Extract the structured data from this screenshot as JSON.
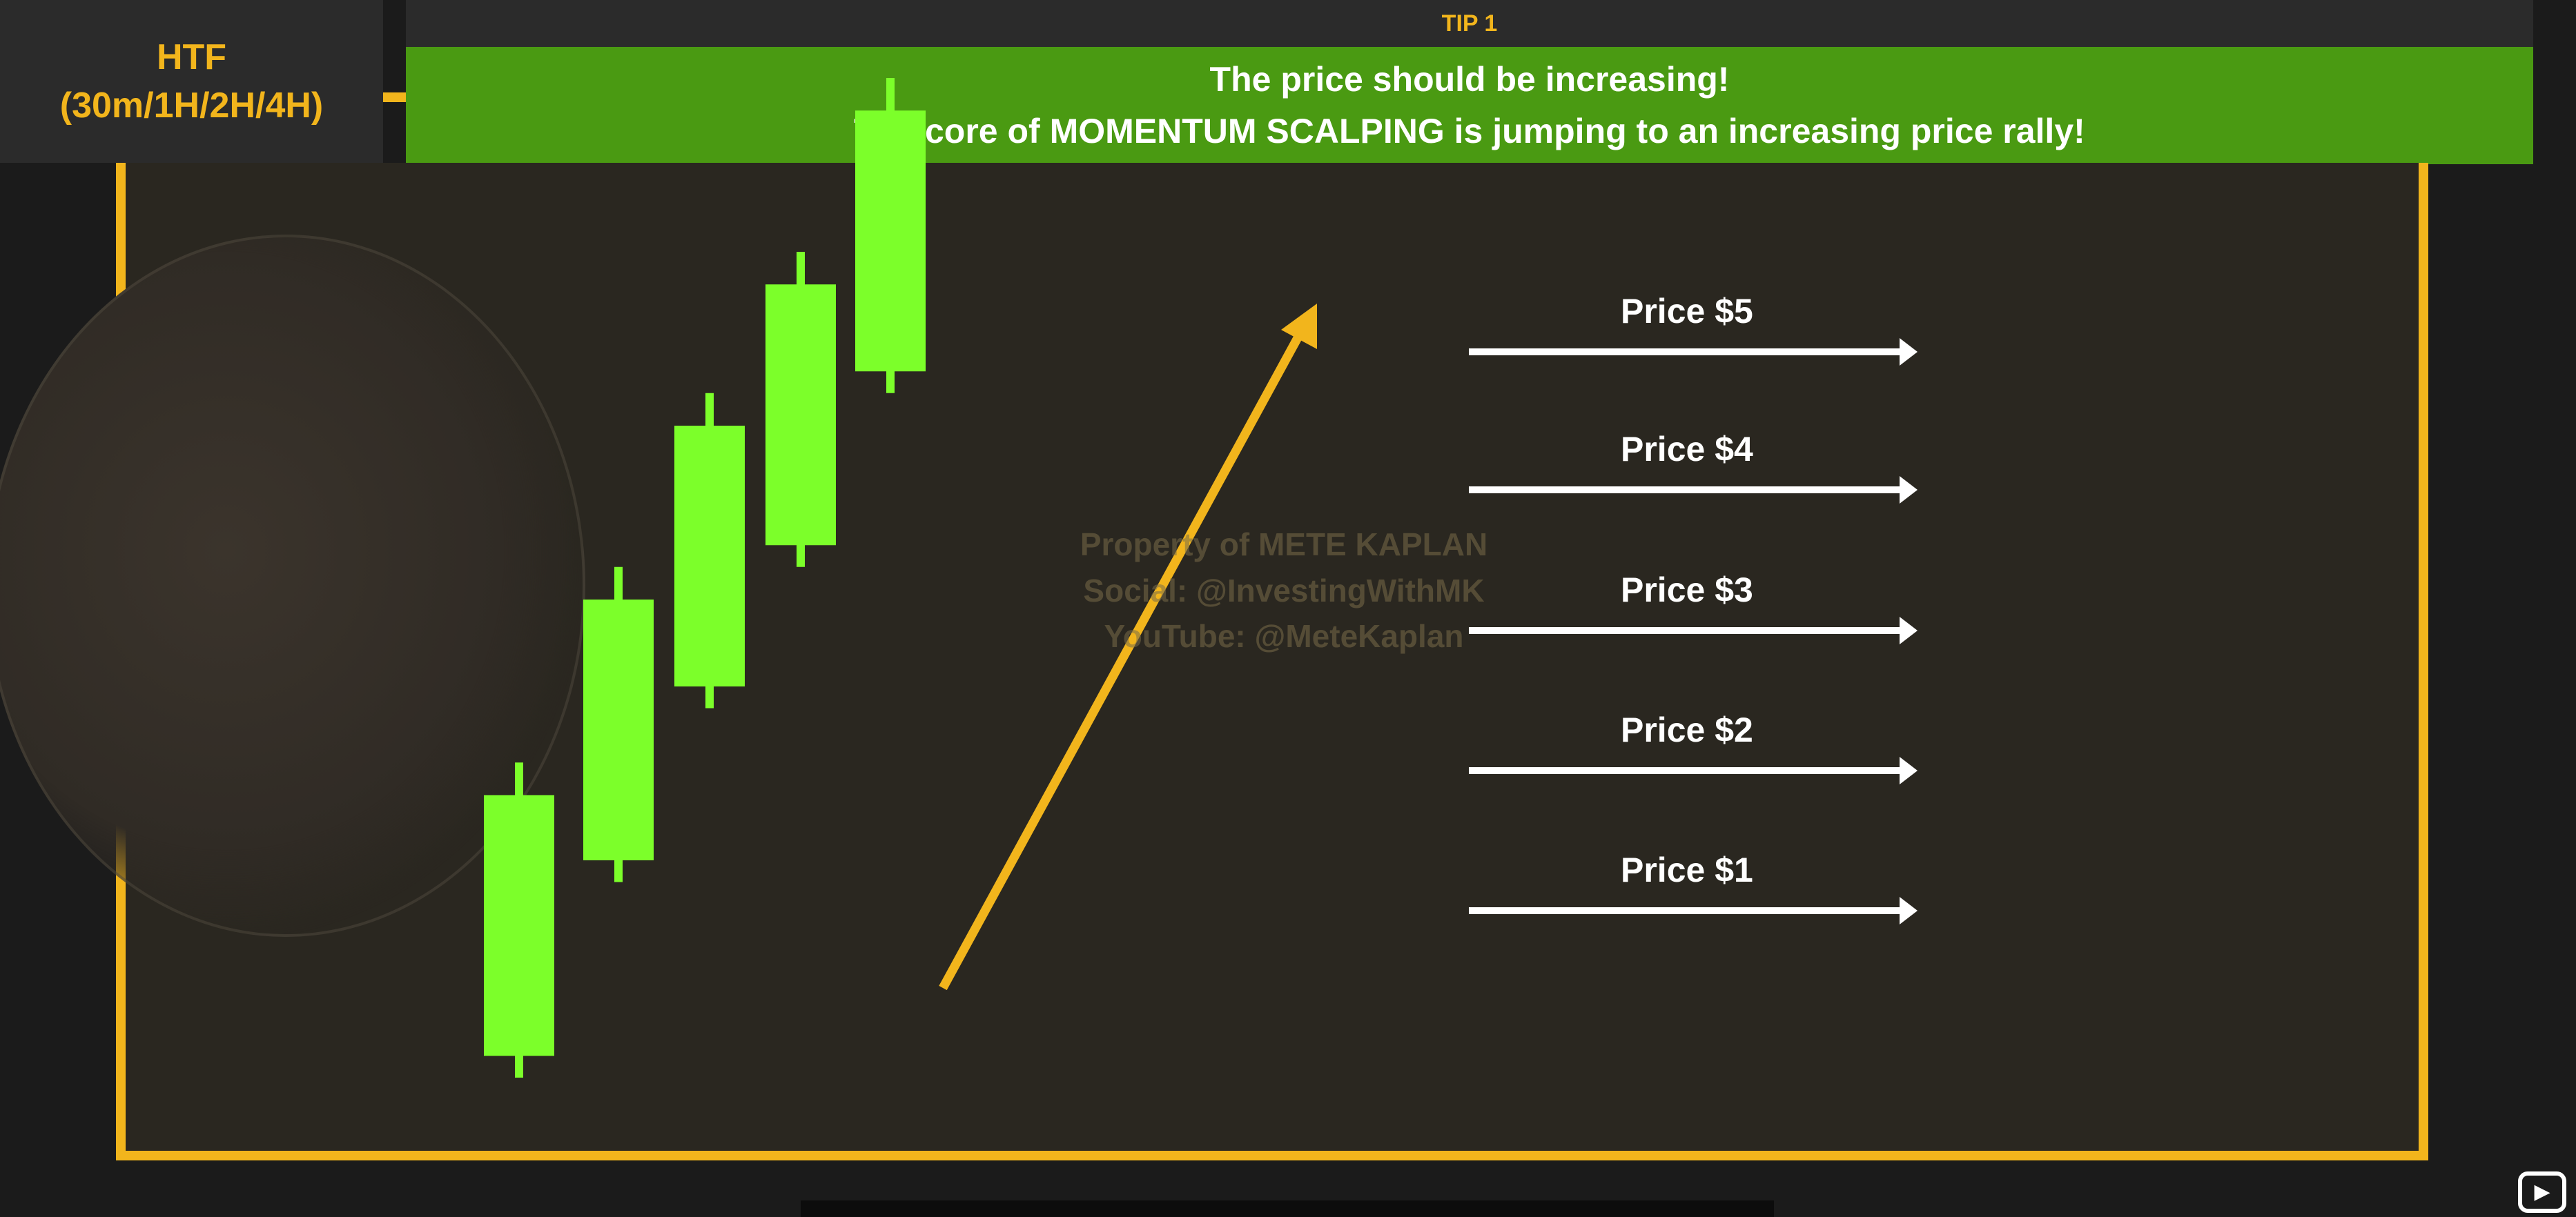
{
  "header": {
    "timeframe_title": "HTF",
    "timeframe_values": "(30m/1H/2H/4H)",
    "tip_label": "TIP 1",
    "banner_line1": "The price should be increasing!",
    "banner_line2": "The core of MOMENTUM SCALPING is jumping to an increasing price rally!"
  },
  "watermark": {
    "line1": "Property of METE KAPLAN",
    "line2": "Social: @InvestingWithMK",
    "line3": "YouTube: @MeteKaplan"
  },
  "price_levels": [
    "Price $5",
    "Price $4",
    "Price $3",
    "Price $2",
    "Price $1"
  ],
  "candles": [
    {
      "open": 1,
      "close": 2.2,
      "low": 0.9,
      "high": 2.35
    },
    {
      "open": 1.9,
      "close": 3.1,
      "low": 1.8,
      "high": 3.25
    },
    {
      "open": 2.7,
      "close": 3.9,
      "low": 2.6,
      "high": 4.05
    },
    {
      "open": 3.35,
      "close": 4.55,
      "low": 3.25,
      "high": 4.7
    },
    {
      "open": 4.15,
      "close": 5.35,
      "low": 4.05,
      "high": 5.5
    }
  ],
  "colors": {
    "accent": "#f2b51c",
    "banner_green": "#4a9a12",
    "candle_green": "#7cff2a",
    "arrow_white": "#ffffff"
  },
  "icons": {
    "trend_arrow": "trend-up-arrow-icon",
    "corner": "video-play-icon"
  }
}
